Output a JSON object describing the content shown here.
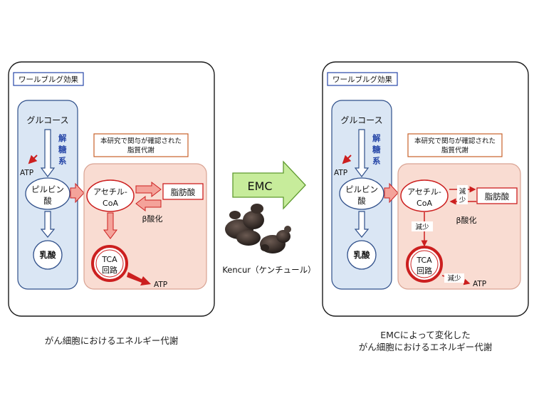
{
  "left_panel": {
    "title": "ワールブルグ効果",
    "glucose": "グルコース",
    "glycolysis": [
      "解",
      "糖",
      "系"
    ],
    "atp": "ATP",
    "pyruvate": [
      "ピルビン",
      "酸"
    ],
    "lactate": "乳酸",
    "lipid_box": [
      "本研究で関与が確認された",
      "脂質代謝"
    ],
    "acetyl": [
      "アセチル-",
      "CoA"
    ],
    "fatty_acid": "脂肪酸",
    "beta": "β酸化",
    "tca": [
      "TCA",
      "回路"
    ],
    "atp_tca": "ATP"
  },
  "right_panel": {
    "title": "ワールブルグ効果",
    "glucose": "グルコース",
    "glycolysis": [
      "解",
      "糖",
      "系"
    ],
    "atp": "ATP",
    "pyruvate": [
      "ピルビン",
      "酸"
    ],
    "lactate": "乳酸",
    "lipid_box": [
      "本研究で関与が確認された",
      "脂質代謝"
    ],
    "acetyl": [
      "アセチル-",
      "CoA"
    ],
    "fatty_acid": "脂肪酸",
    "beta": "β酸化",
    "decrease_fatty": [
      "減",
      "少"
    ],
    "decrease_tca": "減少",
    "tca": [
      "TCA",
      "回路"
    ],
    "decrease_atp": "減少",
    "atp_tca": "ATP"
  },
  "middle": {
    "emc": "EMC",
    "kencur": "Kencur（ケンチュール）"
  },
  "captions": {
    "left": "がん細胞におけるエネルギー代謝",
    "right_line1": "EMCによって変化した",
    "right_line2": "がん細胞におけるエネルギー代謝"
  },
  "colors": {
    "blue_fill": "#dae6f4",
    "blue_stroke": "#2f4f8a",
    "pink_fill": "#f9dcd2",
    "red": "#cc1f1f",
    "arrow_fill": "#f4a39a",
    "emc_arrow": "#c7ec9b",
    "emc_stroke": "#5f9a2f",
    "title_blue": "#2747a8",
    "orange": "#c8622a"
  }
}
